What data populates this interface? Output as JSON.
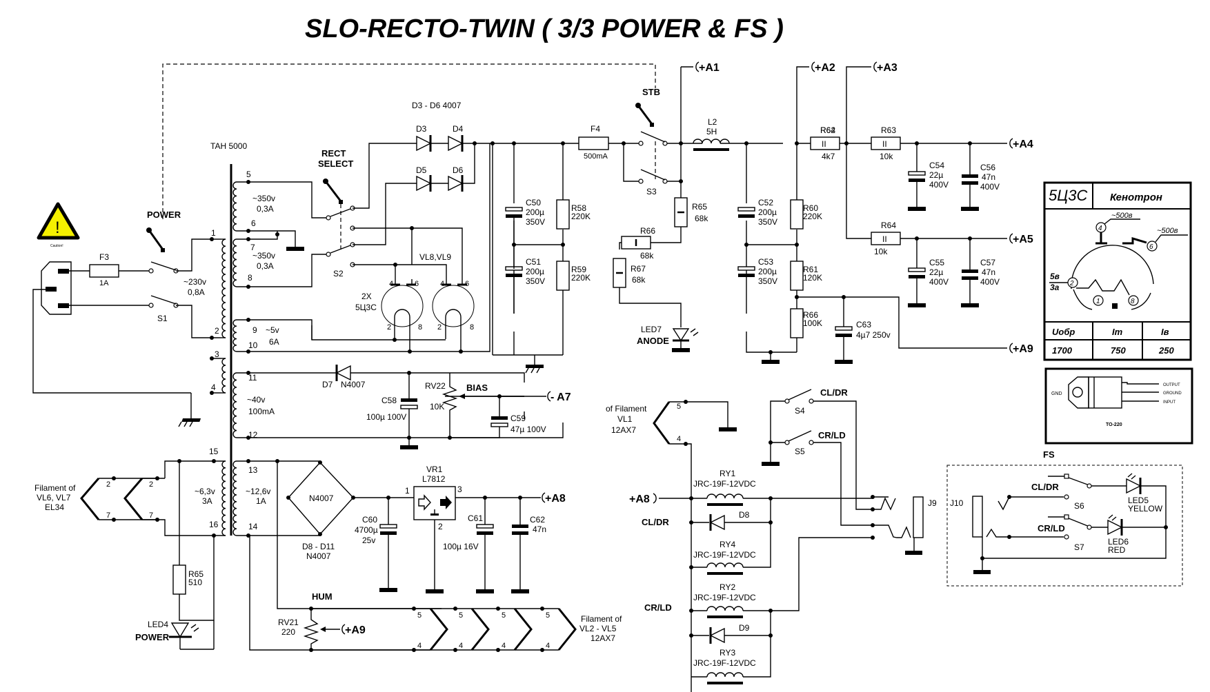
{
  "title": "SLO-RECTO-TWIN ( 3/3 POWER & FS )",
  "colors": {
    "warning_fill": "#f5f000",
    "line": "#000000",
    "background": "#ffffff"
  },
  "mains": {
    "warning_caption": "Caution!",
    "fuse": {
      "ref": "F3",
      "value": "1A"
    },
    "switch": {
      "label": "POWER",
      "ref": "S1"
    },
    "primary": {
      "voltage": "~230v",
      "current": "0,8A"
    }
  },
  "transformer": {
    "ref": "TAH 5000",
    "pins": [
      "1",
      "2",
      "3",
      "4",
      "5",
      "6",
      "7",
      "8",
      "9",
      "10",
      "11",
      "12",
      "13",
      "14",
      "15",
      "16"
    ],
    "windings": [
      {
        "id": "hv1",
        "voltage": "~350v",
        "current": "0,3A"
      },
      {
        "id": "hv2",
        "voltage": "~350v",
        "current": "0,3A"
      },
      {
        "id": "fil5",
        "voltage": "~5v",
        "current": "6A"
      },
      {
        "id": "bias",
        "voltage": "~40v",
        "current": "100mA"
      },
      {
        "id": "fil63",
        "voltage": "~6,3v",
        "current": "3A"
      },
      {
        "id": "fil126",
        "voltage": "~12,6v",
        "current": "1A"
      }
    ]
  },
  "rectifier": {
    "select_label_1": "RECT",
    "select_label_2": "SELECT",
    "switch_ref": "S2",
    "diodes_title": "D3 - D6 4007",
    "diodes": [
      "D3",
      "D4",
      "D5",
      "D6"
    ],
    "tubes_ref": "VL8,VL9",
    "tubes_type_1": "2X",
    "tubes_type_2": "5Ц3С",
    "tube_pins": {
      "a": "4",
      "b": "6",
      "c": "2",
      "d": "8"
    }
  },
  "hv_supply": {
    "fuse": {
      "ref": "F4",
      "value": "500mA"
    },
    "standby": {
      "label": "STB",
      "ref": "S3"
    },
    "choke": {
      "ref": "L2",
      "value": "5H"
    },
    "capacitors": [
      {
        "ref": "C50",
        "value": "200µ",
        "voltage": "350V"
      },
      {
        "ref": "C51",
        "value": "200µ",
        "voltage": "350V"
      },
      {
        "ref": "C52",
        "value": "200µ",
        "voltage": "350V"
      },
      {
        "ref": "C53",
        "value": "200µ",
        "voltage": "350V"
      },
      {
        "ref": "C54",
        "value": "22µ",
        "voltage": "400V"
      },
      {
        "ref": "C55",
        "value": "22µ",
        "voltage": "400V"
      },
      {
        "ref": "C56",
        "value": "47n",
        "voltage": "400V"
      },
      {
        "ref": "C57",
        "value": "47n",
        "voltage": "400V"
      },
      {
        "ref": "C63",
        "value": "4µ7 250v"
      }
    ],
    "resistors": [
      {
        "ref": "R58",
        "value": "220K"
      },
      {
        "ref": "R59",
        "value": "220K"
      },
      {
        "ref": "R65",
        "value": "68k"
      },
      {
        "ref": "R66",
        "value": "68k"
      },
      {
        "ref": "R67",
        "value": "68k"
      },
      {
        "ref": "R60",
        "value": "220K"
      },
      {
        "ref": "R61",
        "value": "120K"
      },
      {
        "ref": "R66b",
        "label": "R66",
        "value": "100K"
      },
      {
        "ref": "R62",
        "value": "4k7"
      },
      {
        "ref": "R63",
        "value": "10k"
      },
      {
        "ref": "R64",
        "value": "10k"
      }
    ],
    "led": {
      "ref": "LED7",
      "label": "ANODE"
    },
    "rails": [
      "+A1",
      "+A2",
      "+A3",
      "+A4",
      "+A5",
      "+A9"
    ]
  },
  "bias_supply": {
    "diode": {
      "ref": "D7",
      "value": "N4007"
    },
    "cap": {
      "ref": "C58",
      "value": "100µ 100V"
    },
    "pot": {
      "ref": "RV22",
      "value": "10K",
      "label": "BIAS"
    },
    "cap2": {
      "ref": "C59",
      "value": "47µ 100V"
    },
    "rail": "- A7"
  },
  "filament_power": {
    "el34_label": [
      "Filament of",
      "VL6, VL7",
      "EL34"
    ],
    "el34_pins": [
      "2",
      "7"
    ],
    "power_led": {
      "resistor": "R65",
      "resistor_value": "510",
      "led": "LED4",
      "label": "POWER"
    },
    "bridge": {
      "model": "N4007",
      "refs": "D8 - D11",
      "value": "N4007"
    },
    "regulator": {
      "ref": "VR1",
      "model": "L7812",
      "pin_in": "1",
      "pin_gnd": "2",
      "pin_out": "3"
    },
    "c60": {
      "ref": "C60",
      "value": "4700µ",
      "voltage": "25v"
    },
    "c61": {
      "ref": "C61",
      "value": "100µ 16V"
    },
    "c62": {
      "ref": "C62",
      "value": "47n"
    },
    "rail": "+A8",
    "hum": {
      "label": "HUM",
      "ref": "RV21",
      "value": "220",
      "rail": "+A9"
    },
    "preamp_filament_label": [
      "Filament of",
      "VL2 - VL5",
      "12AX7"
    ],
    "preamp_pins": [
      "5",
      "4"
    ]
  },
  "relays": {
    "vl1_label": [
      "of Filament",
      "VL1",
      "12AX7"
    ],
    "vl1_pins": [
      "5",
      "4"
    ],
    "rail": "+A8",
    "channel_1": "CL/DR",
    "channel_2": "CR/LD",
    "relay_model": "JRC-19F-12VDC",
    "refs": [
      "RY1",
      "RY4",
      "RY2",
      "RY3"
    ],
    "diodes": [
      "D8",
      "D9"
    ],
    "switches": [
      {
        "ref": "S4",
        "label": "CL/DR"
      },
      {
        "ref": "S5",
        "label": "CR/LD"
      }
    ],
    "jack": "J9"
  },
  "footswitch": {
    "title": "FS",
    "jack": "J10",
    "switches": [
      {
        "ref": "S6",
        "label": "CL/DR"
      },
      {
        "ref": "S7",
        "label": "CR/LD"
      }
    ],
    "leds": [
      {
        "ref": "LED5",
        "color": "YELLOW"
      },
      {
        "ref": "LED6",
        "color": "RED"
      }
    ]
  },
  "tube_datasheet": {
    "type": "5Ц3С",
    "name": "Кенотрон",
    "anode_voltage_1": "~500в",
    "anode_voltage_2": "~500в",
    "heater_1": "5в",
    "heater_2": "3а",
    "pins": [
      "4",
      "6",
      "2",
      "1",
      "8"
    ],
    "table_headers": [
      "Uобр",
      "Im",
      "Iв"
    ],
    "table_values": [
      "1700",
      "750",
      "250"
    ]
  },
  "to220": {
    "gnd_label": "GND",
    "pins": [
      "OUTPUT",
      "GROUND",
      "INPUT"
    ],
    "package": "TO-220"
  }
}
